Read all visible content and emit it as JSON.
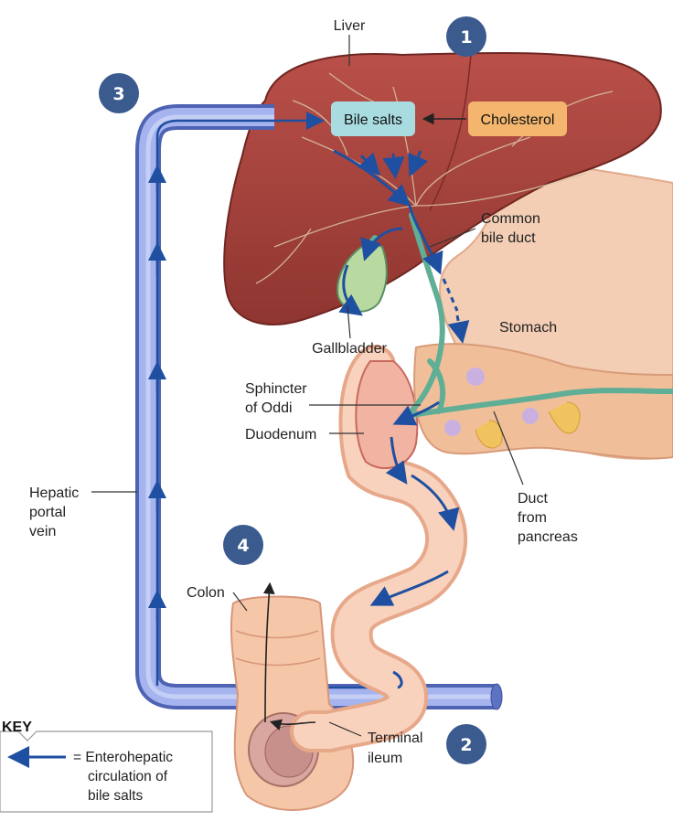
{
  "labels": {
    "liver": "Liver",
    "common_bile_duct": [
      "Common",
      "bile duct"
    ],
    "stomach": "Stomach",
    "gallbladder": "Gallbladder",
    "sphincter": [
      "Sphincter",
      "of Oddi"
    ],
    "duodenum": "Duodenum",
    "duct_pancreas": [
      "Duct",
      "from",
      "pancreas"
    ],
    "hepatic_portal_vein": [
      "Hepatic",
      "portal",
      "vein"
    ],
    "colon": "Colon",
    "terminal_ileum": [
      "Terminal",
      "ileum"
    ]
  },
  "boxes": {
    "bile_salts": "Bile salts",
    "cholesterol": "Cholesterol"
  },
  "badges": [
    "1",
    "2",
    "3",
    "4"
  ],
  "key": {
    "title": "KEY",
    "lines": [
      "= Enterohepatic",
      "circulation of",
      "bile salts"
    ]
  },
  "colors": {
    "liver": "#a8443d",
    "vein": "#7b8fd6",
    "flow_arrow": "#1f4fa0",
    "badge": "#3b5a8e",
    "bile_salts_box": "#a9dce1",
    "cholesterol_box": "#f4b66e",
    "intestine": "#f6c2a8",
    "bile_duct": "#5fae95"
  }
}
